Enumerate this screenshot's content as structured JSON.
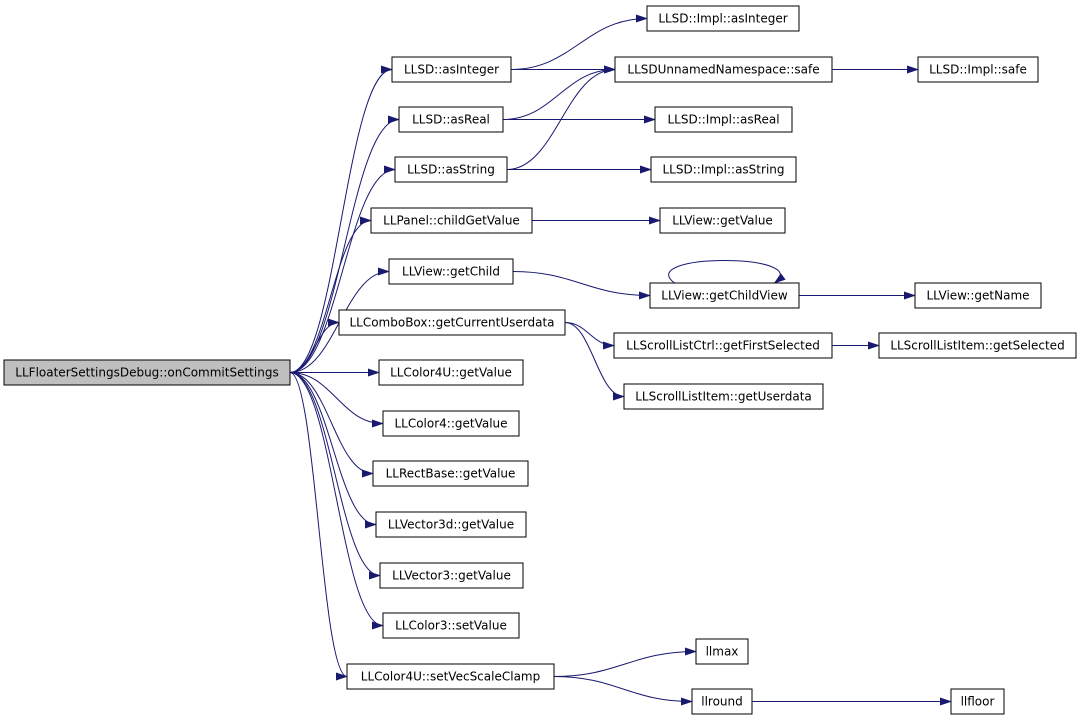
{
  "graph": {
    "edge_color": "#191970",
    "root_fill": "#bfbfbf",
    "nodes": [
      {
        "id": "root",
        "label": "LLFloaterSettingsDebug::onCommitSettings",
        "root": true
      },
      {
        "id": "asInteger",
        "label": "LLSD::asInteger"
      },
      {
        "id": "asReal",
        "label": "LLSD::asReal"
      },
      {
        "id": "asString",
        "label": "LLSD::asString"
      },
      {
        "id": "childGetValue",
        "label": "LLPanel::childGetValue"
      },
      {
        "id": "getChild",
        "label": "LLView::getChild"
      },
      {
        "id": "getCurrentUserdata",
        "label": "LLComboBox::getCurrentUserdata"
      },
      {
        "id": "color4uGet",
        "label": "LLColor4U::getValue"
      },
      {
        "id": "color4Get",
        "label": "LLColor4::getValue"
      },
      {
        "id": "rectGet",
        "label": "LLRectBase::getValue"
      },
      {
        "id": "vec3dGet",
        "label": "LLVector3d::getValue"
      },
      {
        "id": "vec3Get",
        "label": "LLVector3::getValue"
      },
      {
        "id": "color3Set",
        "label": "LLColor3::setValue"
      },
      {
        "id": "setVecScaleClamp",
        "label": "LLColor4U::setVecScaleClamp"
      },
      {
        "id": "implAsInteger",
        "label": "LLSD::Impl::asInteger"
      },
      {
        "id": "unnamedSafe",
        "label": "LLSDUnnamedNamespace::safe"
      },
      {
        "id": "implAsReal",
        "label": "LLSD::Impl::asReal"
      },
      {
        "id": "implAsString",
        "label": "LLSD::Impl::asString"
      },
      {
        "id": "viewGetValue",
        "label": "LLView::getValue"
      },
      {
        "id": "getChildView",
        "label": "LLView::getChildView"
      },
      {
        "id": "getFirstSelected",
        "label": "LLScrollListCtrl::getFirstSelected"
      },
      {
        "id": "getUserdata",
        "label": "LLScrollListItem::getUserdata"
      },
      {
        "id": "llmax",
        "label": "llmax"
      },
      {
        "id": "llround",
        "label": "llround"
      },
      {
        "id": "implSafe",
        "label": "LLSD::Impl::safe"
      },
      {
        "id": "getName",
        "label": "LLView::getName"
      },
      {
        "id": "getSelected",
        "label": "LLScrollListItem::getSelected"
      },
      {
        "id": "llfloor",
        "label": "llfloor"
      }
    ],
    "edges": [
      {
        "from": "root",
        "to": "asInteger"
      },
      {
        "from": "root",
        "to": "asReal"
      },
      {
        "from": "root",
        "to": "asString"
      },
      {
        "from": "root",
        "to": "childGetValue"
      },
      {
        "from": "root",
        "to": "getChild"
      },
      {
        "from": "root",
        "to": "getCurrentUserdata"
      },
      {
        "from": "root",
        "to": "color4uGet"
      },
      {
        "from": "root",
        "to": "color4Get"
      },
      {
        "from": "root",
        "to": "rectGet"
      },
      {
        "from": "root",
        "to": "vec3dGet"
      },
      {
        "from": "root",
        "to": "vec3Get"
      },
      {
        "from": "root",
        "to": "color3Set"
      },
      {
        "from": "root",
        "to": "setVecScaleClamp"
      },
      {
        "from": "asInteger",
        "to": "implAsInteger"
      },
      {
        "from": "asInteger",
        "to": "unnamedSafe"
      },
      {
        "from": "asReal",
        "to": "unnamedSafe"
      },
      {
        "from": "asReal",
        "to": "implAsReal"
      },
      {
        "from": "asString",
        "to": "unnamedSafe"
      },
      {
        "from": "asString",
        "to": "implAsString"
      },
      {
        "from": "unnamedSafe",
        "to": "implSafe"
      },
      {
        "from": "childGetValue",
        "to": "viewGetValue"
      },
      {
        "from": "getChild",
        "to": "getChildView"
      },
      {
        "from": "getChildView",
        "to": "getChildView"
      },
      {
        "from": "getChildView",
        "to": "getName"
      },
      {
        "from": "getCurrentUserdata",
        "to": "getFirstSelected"
      },
      {
        "from": "getCurrentUserdata",
        "to": "getUserdata"
      },
      {
        "from": "getFirstSelected",
        "to": "getSelected"
      },
      {
        "from": "setVecScaleClamp",
        "to": "llmax"
      },
      {
        "from": "setVecScaleClamp",
        "to": "llround"
      },
      {
        "from": "llround",
        "to": "llfloor"
      }
    ]
  }
}
